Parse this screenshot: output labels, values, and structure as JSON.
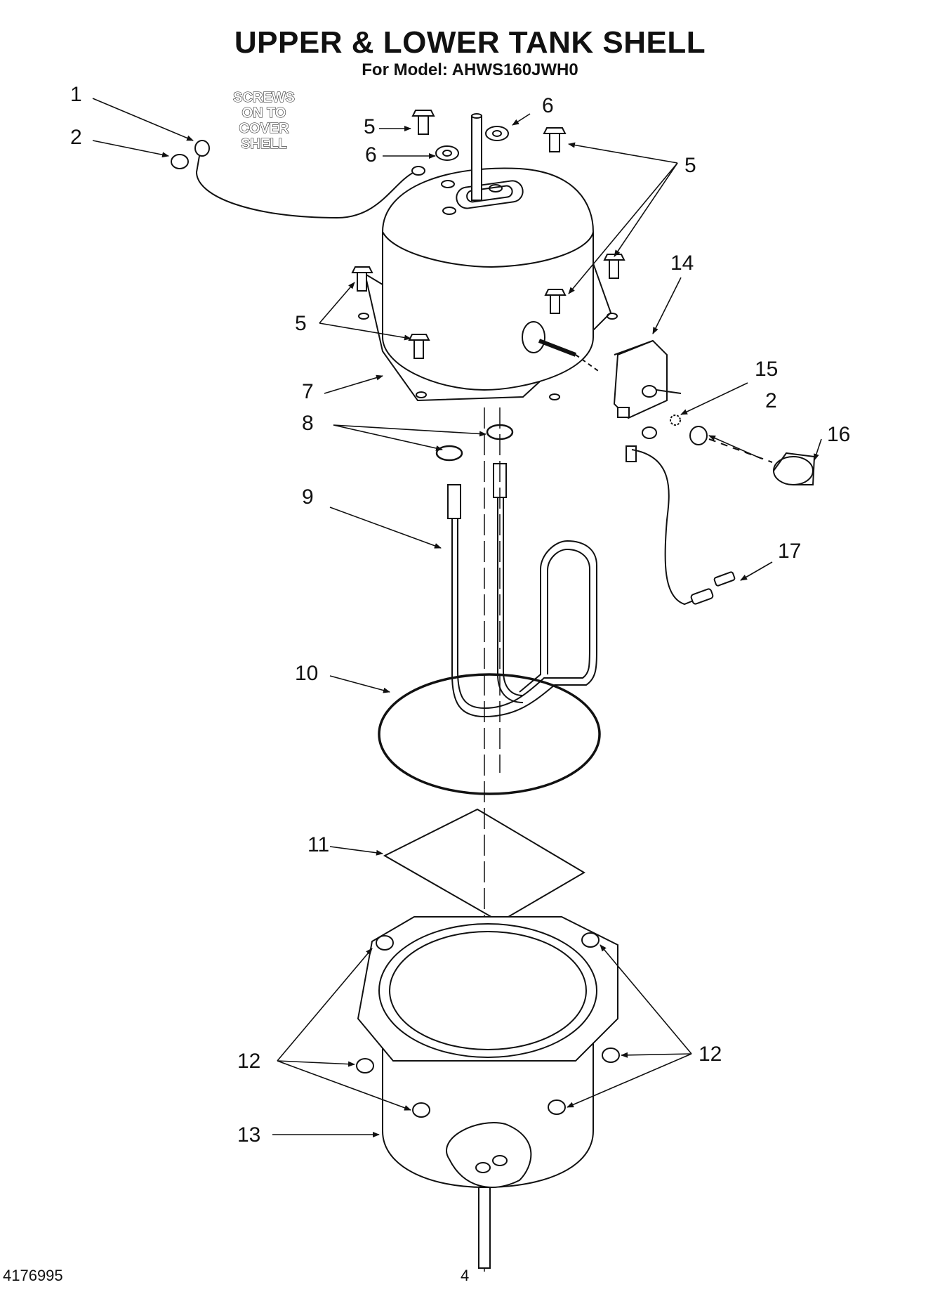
{
  "header": {
    "title": "UPPER & LOWER TANK SHELL",
    "subtitle": "For Model: AHWS160JWH0"
  },
  "note": {
    "lines": [
      "SCREWS",
      "ON TO",
      "COVER",
      "SHELL"
    ]
  },
  "callouts": {
    "c1": "1",
    "c2a": "2",
    "c5a": "5",
    "c6a": "6",
    "c6b": "6",
    "c5b": "5",
    "c5c": "5",
    "c14": "14",
    "c7": "7",
    "c15": "15",
    "c2b": "2",
    "c8": "8",
    "c16": "16",
    "c9": "9",
    "c17": "17",
    "c10": "10",
    "c11": "11",
    "c12a": "12",
    "c12b": "12",
    "c13": "13"
  },
  "footer": {
    "doc_number": "4176995",
    "page_number": "4"
  }
}
